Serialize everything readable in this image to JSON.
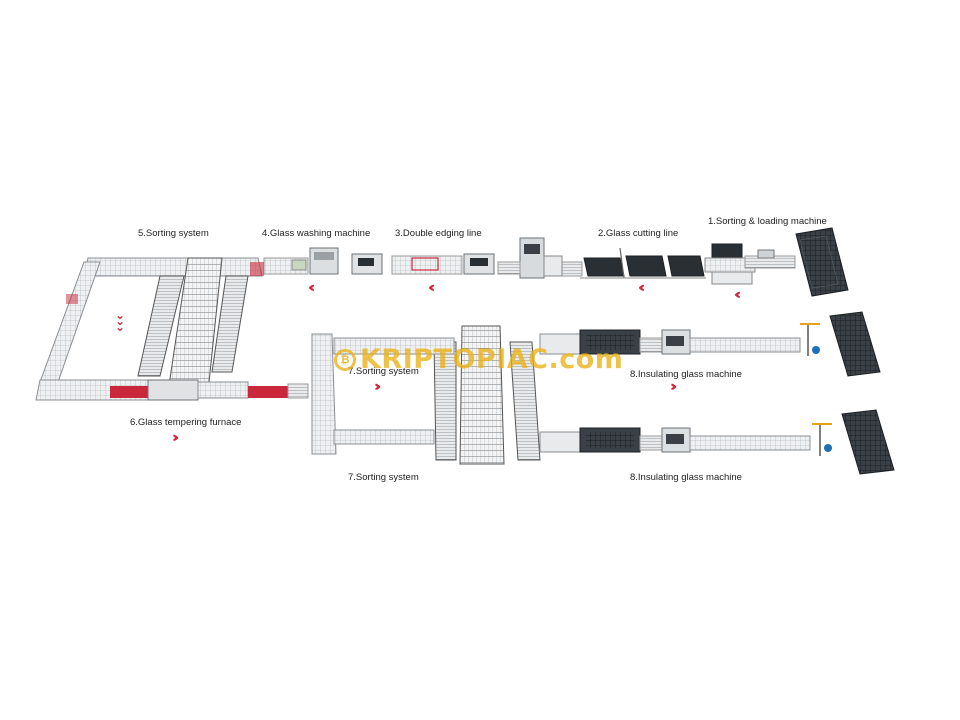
{
  "labels": {
    "sorting_loading": "1.Sorting & loading machine",
    "glass_cutting": "2.Glass cutting line",
    "double_edging": "3.Double edging line",
    "glass_washing": "4.Glass washing machine",
    "sorting_5": "5.Sorting system",
    "tempering": "6.Glass tempering furnace",
    "sorting_7a": "7.Sorting system",
    "insulating_8a": "8.Insulating glass machine",
    "sorting_7b": "7.Sorting system",
    "insulating_8b": "8.Insulating glass machine"
  },
  "arrows": {
    "left": "‹‹‹",
    "right": "›››",
    "down": "⌄⌄⌄"
  },
  "watermark": {
    "text": "KRIPTOPIAC.com",
    "coin": "₿",
    "color": "#e9b114"
  },
  "colors": {
    "arrow_red": "#d7263d",
    "machine_red": "#c8283a",
    "machine_dark": "#2a2f33",
    "frame_gray": "#9aa0a4"
  }
}
